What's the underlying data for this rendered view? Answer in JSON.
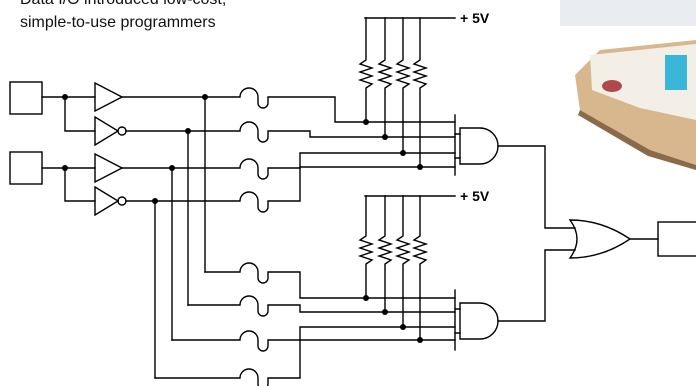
{
  "caption": {
    "line1": "Data I/O introduced low-cost,",
    "line2": "simple-to-use programmers"
  },
  "labels": {
    "vcc_top": "+ 5V",
    "vcc_bottom": "+ 5V"
  },
  "photo": {
    "subject": "programmer device photo (cropped)",
    "panel_color": "#e9edf1",
    "box_color": "#d8b78f",
    "accent_color": "#39b6d8"
  },
  "colors": {
    "line": "#000000",
    "background": "#ffffff"
  }
}
